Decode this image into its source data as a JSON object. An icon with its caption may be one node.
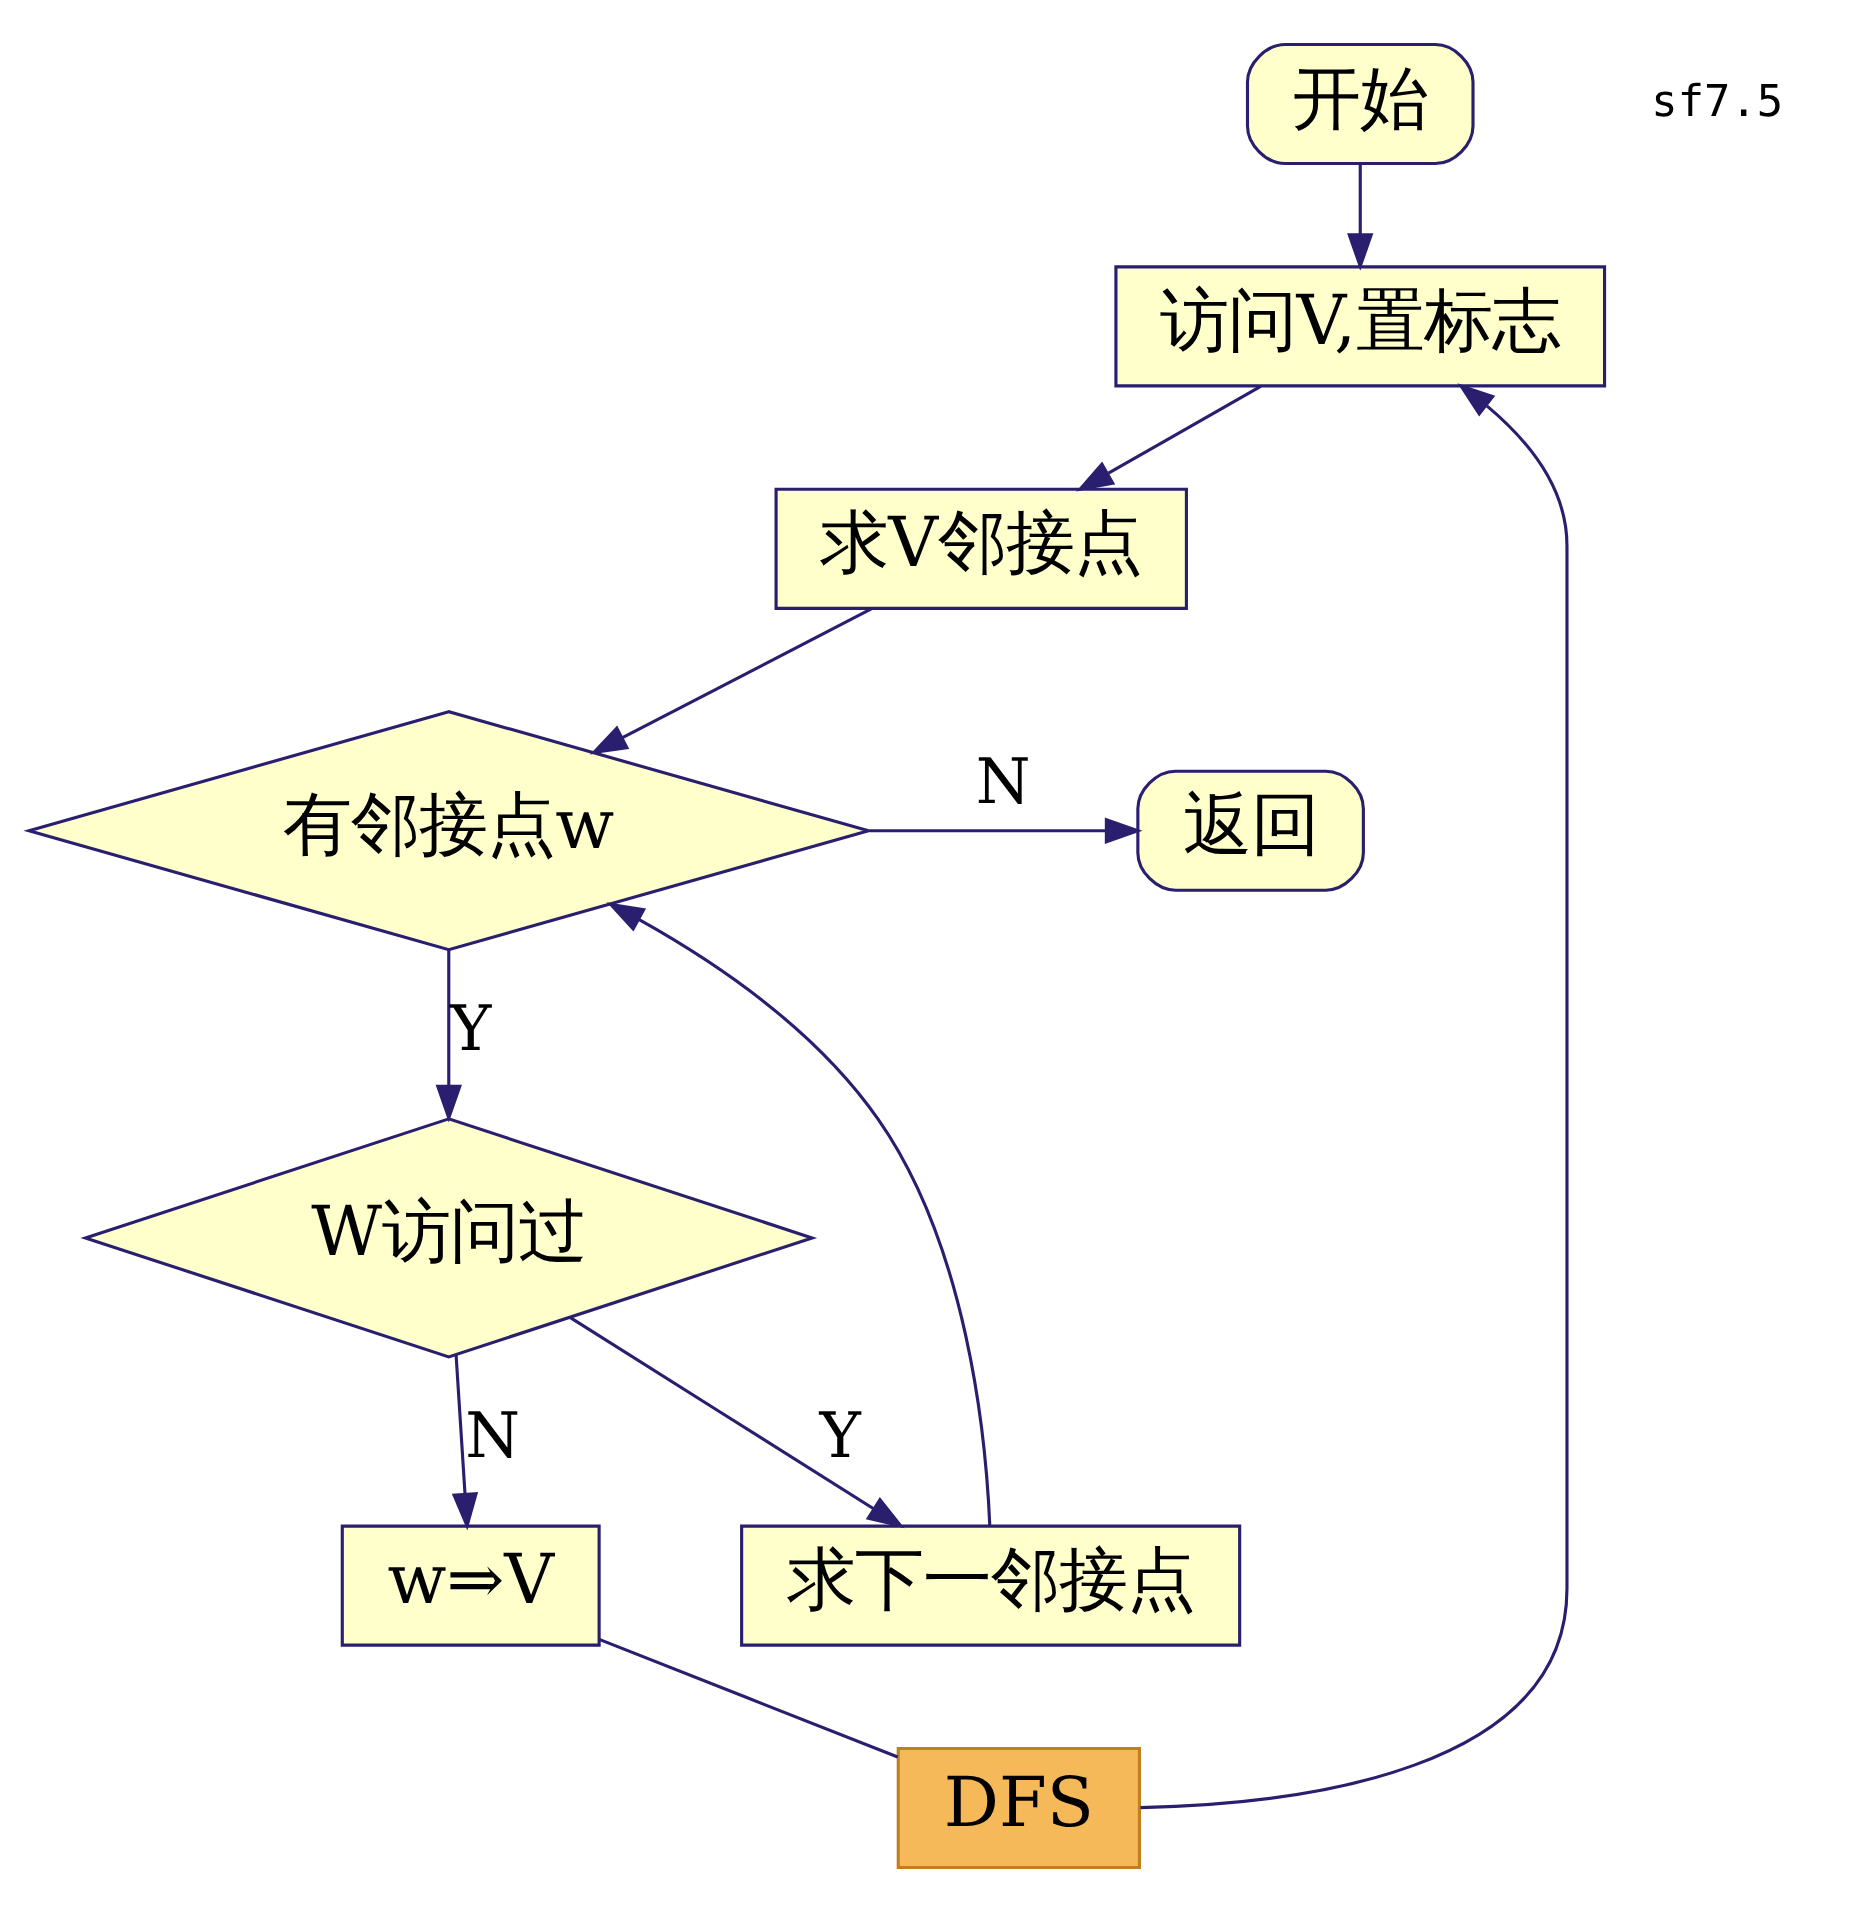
{
  "diagram": {
    "nodes": [
      {
        "text": [
          "开始"
        ]
      },
      {
        "text": [
          "访问V,置标志"
        ]
      },
      {
        "text": [
          "求V邻接点"
        ]
      },
      {
        "text": [
          "有邻接点w"
        ]
      },
      {
        "text": [
          "返回"
        ]
      },
      {
        "text": [
          "W访问过"
        ]
      },
      {
        "text": [
          "w⇒V"
        ]
      },
      {
        "text": [
          "求下一邻接点"
        ]
      },
      {
        "text": [
          "DFS"
        ]
      }
    ],
    "edges": [
      {
        "from": 0,
        "to": 1,
        "arrow": "to"
      },
      {
        "from": 1,
        "to": 2,
        "arrow": "to"
      },
      {
        "from": 2,
        "to": 3,
        "arrow": "to"
      },
      {
        "from": 3,
        "to": 4,
        "arrow": "to",
        "label": "N"
      },
      {
        "from": 3,
        "to": 5,
        "arrow": "to",
        "label": "Y"
      },
      {
        "from": 5,
        "to": 7,
        "arrow": "to",
        "label": "Y"
      },
      {
        "from": 5,
        "to": 6,
        "arrow": "to",
        "label": "N"
      },
      {
        "from": 7,
        "to": 3,
        "arrow": "to"
      },
      {
        "from": 6,
        "to": 8,
        "arrow": "none"
      },
      {
        "from": 8,
        "to": 1,
        "arrow": "to"
      }
    ],
    "labels": [
      "sf7.5"
    ]
  }
}
